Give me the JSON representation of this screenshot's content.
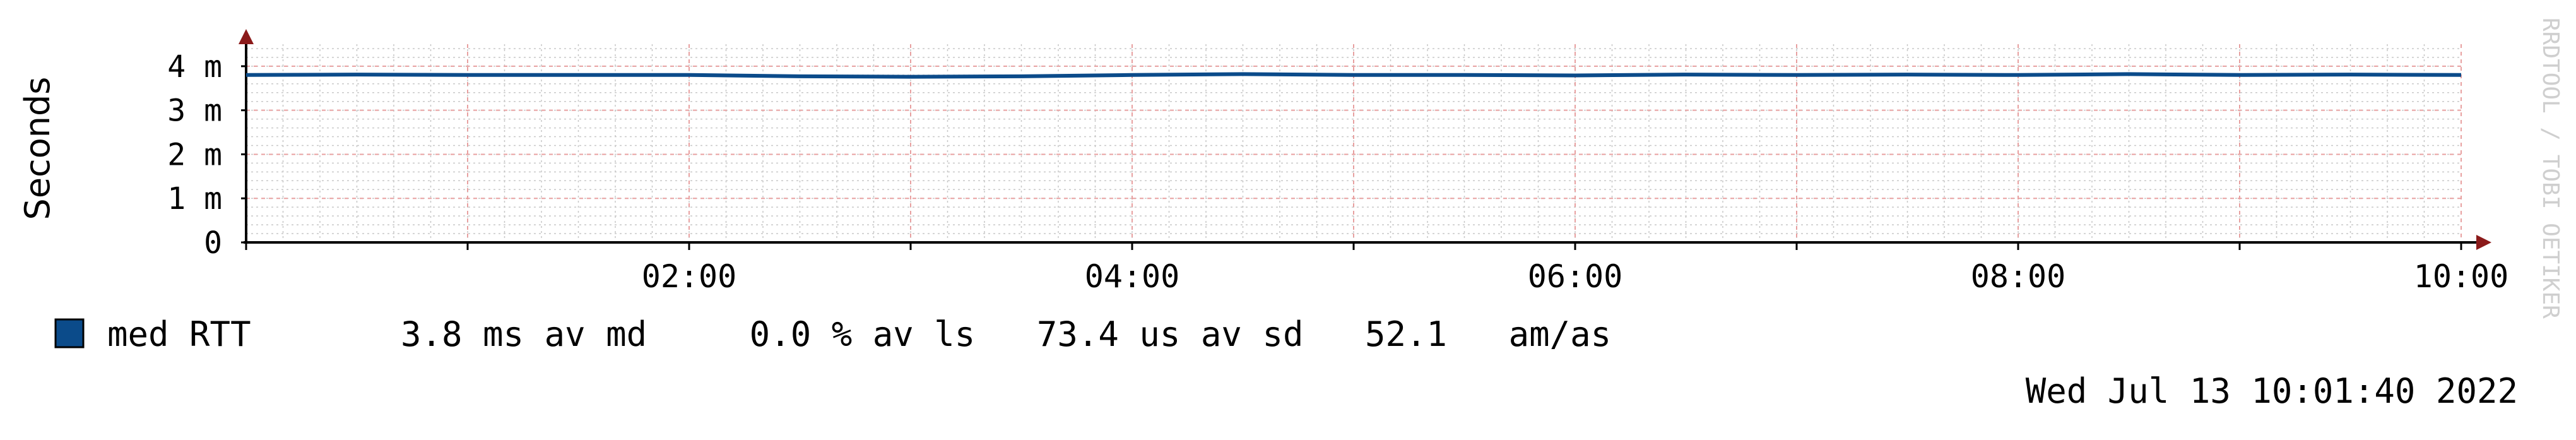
{
  "chart_data": {
    "type": "line",
    "title": "",
    "xlabel": "",
    "ylabel": "Seconds",
    "ylim": [
      0,
      0.0045
    ],
    "y_tick_labels": [
      "0",
      "1 m",
      "2 m",
      "3 m",
      "4 m"
    ],
    "x_tick_labels": [
      "02:00",
      "04:00",
      "06:00",
      "08:00",
      "10:00"
    ],
    "grid": true,
    "series": [
      {
        "name": "med RTT",
        "color": "#0b4b8a",
        "x": [
          "00:00",
          "00:30",
          "01:00",
          "01:30",
          "02:00",
          "02:30",
          "03:00",
          "03:30",
          "04:00",
          "04:30",
          "05:00",
          "05:30",
          "06:00",
          "06:30",
          "07:00",
          "07:30",
          "08:00",
          "08:30",
          "09:00",
          "09:30",
          "10:00"
        ],
        "y": [
          0.0038,
          0.00381,
          0.0038,
          0.0038,
          0.0038,
          0.00377,
          0.00376,
          0.00377,
          0.0038,
          0.00382,
          0.0038,
          0.0038,
          0.00379,
          0.00381,
          0.0038,
          0.00381,
          0.0038,
          0.00382,
          0.0038,
          0.00381,
          0.0038
        ]
      }
    ],
    "legend": {
      "label": "med RTT",
      "stats": "3.8 ms av md     0.0 % av ls   73.4 us av sd   52.1   am/as"
    },
    "timestamp": "Wed Jul 13 10:01:40 2022",
    "watermark": "RRDTOOL / TOBI OETIKER"
  }
}
